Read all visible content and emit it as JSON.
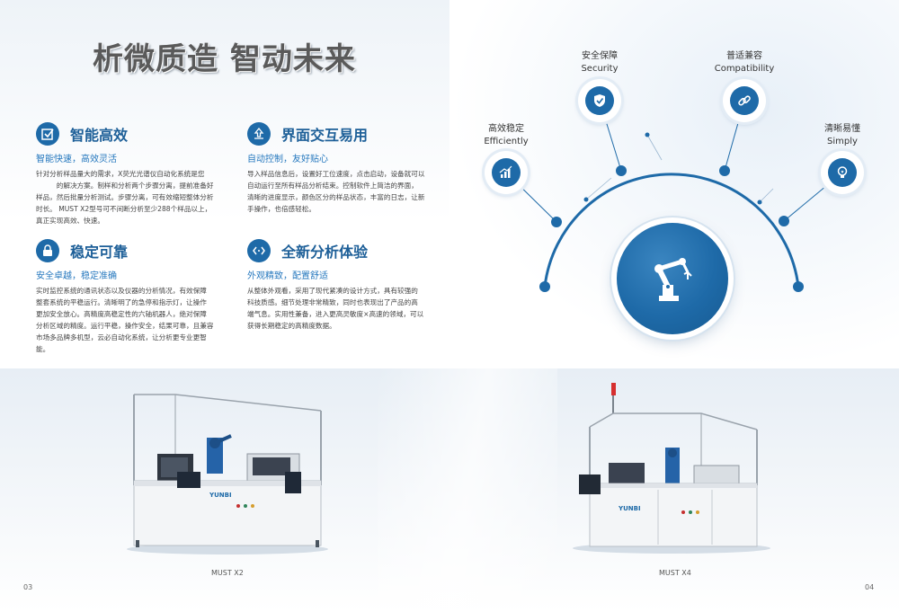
{
  "title": "析微质造 智动未来",
  "features": [
    {
      "icon": "checkbox-icon",
      "title": "智能高效",
      "subtitle": "智能快速，高效灵活",
      "body": [
        "针对分析样品量大的需求，X荧光光谱仪自动化系统是您",
        "　　　的解决方案。制样和分析两个步骤分离，提前准备好",
        "样品，然后批量分析测试。步骤分离，可有效缩短整体分析",
        "时长。 MUST  X2型号可不间断分析至少288个样品以上，",
        "真正实现高效、快速。"
      ]
    },
    {
      "icon": "pointer-icon",
      "title": "界面交互易用",
      "subtitle": "自动控制，友好贴心",
      "body": [
        "导入样品信息后，设置好工位速度，点击启动，设备就可以",
        "自动运行至所有样品分析结束。控制软件上简洁的界面，",
        "清晰的进度显示，颜色区分的样品状态，丰富的日志，让新",
        "手操作，也倍感轻松。"
      ]
    },
    {
      "icon": "lock-icon",
      "title": "稳定可靠",
      "subtitle": "安全卓越，稳定准确",
      "body": [
        "实时监控系统的通讯状态以及仪器的分析情况，有效保障",
        "整套系统的平稳运行。清晰明了的急停和指示灯，让操作",
        "更加安全放心。高精度高稳定性的六轴机器人，绝对保障",
        "分析区域的精度。运行平稳，操作安全，结果可靠，且兼容",
        "市场多品牌多机型，云必自动化系统，让分析更专业更智",
        "能。"
      ]
    },
    {
      "icon": "code-icon",
      "title": "全新分析体验",
      "subtitle": "外观精致，配置舒适",
      "body": [
        "从整体外观看，采用了现代紧凑的设计方式，具有较强的",
        "科技质感。细节处理非常精致，同时也表现出了产品的高",
        "端气息。实用性兼备，进入更高灵敏度×高速的领域，可以",
        "获得长期稳定的高精度数据。"
      ]
    }
  ],
  "properties": [
    {
      "cn": "高效稳定",
      "en": "Efficiently",
      "icon": "chart-icon"
    },
    {
      "cn": "安全保障",
      "en": "Security",
      "icon": "shield-icon"
    },
    {
      "cn": "普适兼容",
      "en": "Compatibility",
      "icon": "link-icon"
    },
    {
      "cn": "清晰易懂",
      "en": "Simply",
      "icon": "lightbulb-icon"
    }
  ],
  "center_icon": "robot-arm-icon",
  "colors": {
    "accent": "#1e6aa8",
    "accent_light": "#2678be",
    "title_blue": "#1d5f98"
  },
  "products": [
    {
      "caption": "MUST X2",
      "brand": "YUNBI"
    },
    {
      "caption": "MUST X4",
      "brand": "YUNBI"
    }
  ],
  "page_numbers": {
    "left": "03",
    "right": "04"
  }
}
